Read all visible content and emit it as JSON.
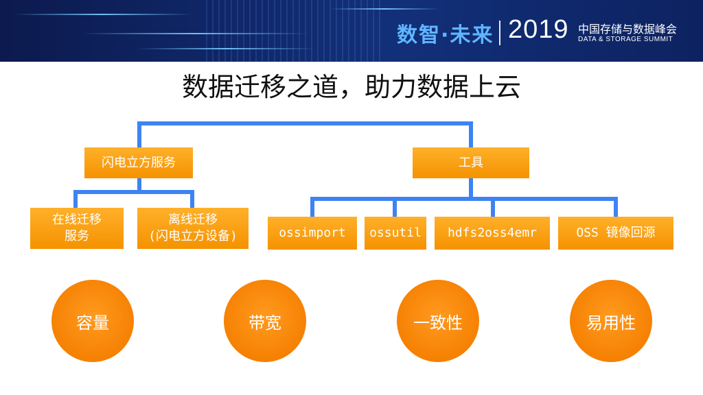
{
  "header": {
    "brand_main": "数智·未来",
    "brand_year": "2019",
    "brand_cn": "中国存储与数据峰会",
    "brand_en": "DATA & STORAGE SUMMIT"
  },
  "title": "数据迁移之道，助力数据上云",
  "diagram": {
    "left": {
      "label": "闪电立方服务",
      "children": [
        {
          "label": "在线迁移\n服务"
        },
        {
          "label": "离线迁移\n(闪电立方设备)"
        }
      ]
    },
    "right": {
      "label": "工具",
      "children": [
        {
          "label": "ossimport"
        },
        {
          "label": "ossutil"
        },
        {
          "label": "hdfs2oss4emr"
        },
        {
          "label": "OSS 镜像回源"
        }
      ]
    }
  },
  "features": [
    {
      "label": "容量"
    },
    {
      "label": "带宽"
    },
    {
      "label": "一致性"
    },
    {
      "label": "易用性"
    }
  ],
  "colors": {
    "connector": "#3d83f4",
    "box": "#f7a01a",
    "circle": "#f57f00",
    "banner": "#0c1a4e",
    "brand_accent": "#5fb6ff"
  }
}
